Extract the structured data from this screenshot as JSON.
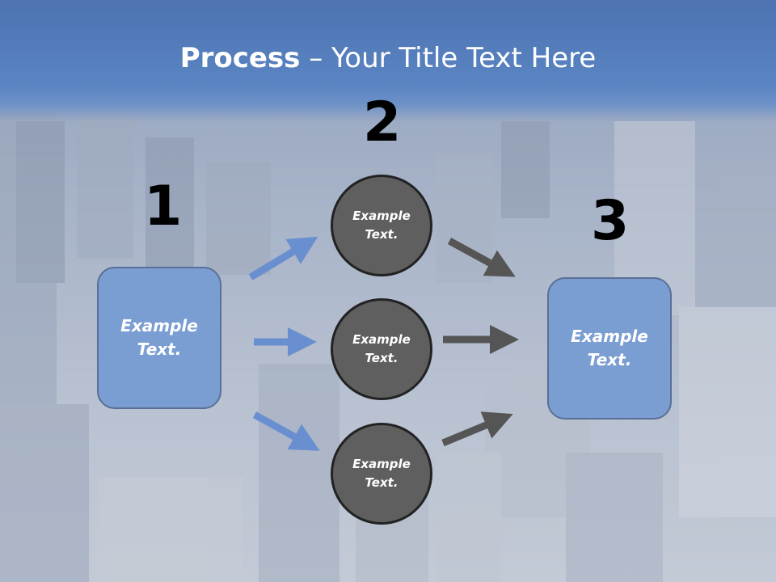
{
  "slide": {
    "title_bold": "Process",
    "title_rest": " – Your Title Text Here",
    "numbers": [
      "1",
      "2",
      "3"
    ],
    "left_box": "Example\nText.",
    "right_box": "Example\nText.",
    "circles": [
      "Example\nText.",
      "Example\nText.",
      "Example\nText."
    ]
  },
  "colors": {
    "banner": "#5a84c2",
    "box_fill": "#7b9ed2",
    "circle_fill": "#5f5f5f",
    "blue_arrow": "#6a8fd0",
    "gray_arrow": "#555555"
  },
  "icons": [
    "arrow-right-icon"
  ]
}
